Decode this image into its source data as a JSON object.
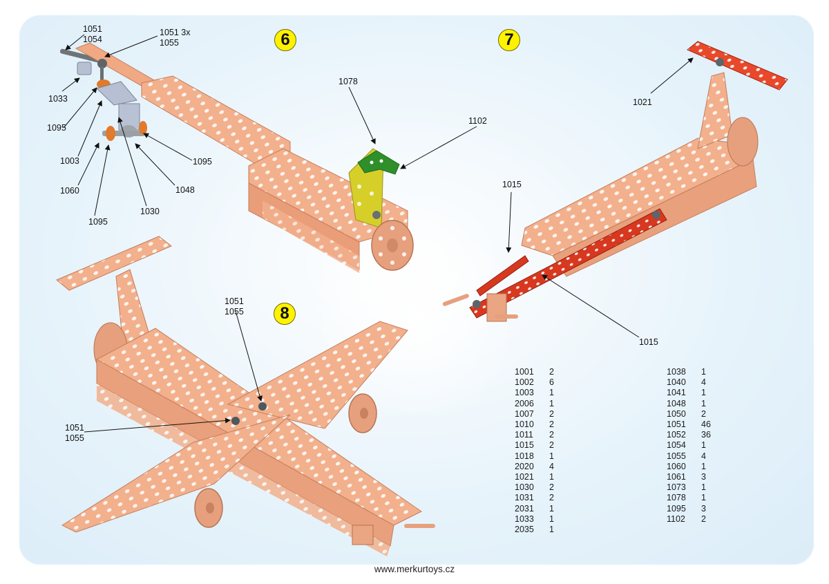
{
  "page": {
    "footer_url": "www.merkurtoys.cz",
    "colors": {
      "background": "#e6f3fb",
      "part_copper": "#f0a982",
      "part_red": "#d8381f",
      "part_green": "#2f8f2a",
      "part_yellow": "#d6cf2a",
      "badge": "#fff200"
    }
  },
  "steps": [
    {
      "number": "6",
      "callouts": [
        {
          "id": "c6-1",
          "text": "1051\n1054"
        },
        {
          "id": "c6-2",
          "text": "1051 3x\n1055"
        },
        {
          "id": "c6-3",
          "text": "1033"
        },
        {
          "id": "c6-4",
          "text": "1095"
        },
        {
          "id": "c6-5",
          "text": "1003"
        },
        {
          "id": "c6-6",
          "text": "1060"
        },
        {
          "id": "c6-7",
          "text": "1095"
        },
        {
          "id": "c6-8",
          "text": "1030"
        },
        {
          "id": "c6-9",
          "text": "1048"
        },
        {
          "id": "c6-10",
          "text": "1095"
        },
        {
          "id": "c6-11",
          "text": "1078"
        },
        {
          "id": "c6-12",
          "text": "1102"
        }
      ]
    },
    {
      "number": "7",
      "callouts": [
        {
          "id": "c7-1",
          "text": "1021"
        },
        {
          "id": "c7-2",
          "text": "1015"
        },
        {
          "id": "c7-3",
          "text": "1015"
        }
      ]
    },
    {
      "number": "8",
      "callouts": [
        {
          "id": "c8-1",
          "text": "1051\n1055"
        },
        {
          "id": "c8-2",
          "text": "1051\n1055"
        }
      ]
    }
  ],
  "parts_list": {
    "left": [
      {
        "code": "1001",
        "qty": "2"
      },
      {
        "code": "1002",
        "qty": "6"
      },
      {
        "code": "1003",
        "qty": "1"
      },
      {
        "code": "2006",
        "qty": "1"
      },
      {
        "code": "1007",
        "qty": "2"
      },
      {
        "code": "1010",
        "qty": "2"
      },
      {
        "code": "1011",
        "qty": "2"
      },
      {
        "code": "1015",
        "qty": "2"
      },
      {
        "code": "1018",
        "qty": "1"
      },
      {
        "code": "2020",
        "qty": "4"
      },
      {
        "code": "1021",
        "qty": "1"
      },
      {
        "code": "1030",
        "qty": "2"
      },
      {
        "code": "1031",
        "qty": "2"
      },
      {
        "code": "2031",
        "qty": "1"
      },
      {
        "code": "1033",
        "qty": "1"
      },
      {
        "code": "2035",
        "qty": "1"
      }
    ],
    "right": [
      {
        "code": "1038",
        "qty": "1"
      },
      {
        "code": "1040",
        "qty": "4"
      },
      {
        "code": "1041",
        "qty": "1"
      },
      {
        "code": "1048",
        "qty": "1"
      },
      {
        "code": "1050",
        "qty": "2"
      },
      {
        "code": "1051",
        "qty": "46"
      },
      {
        "code": "1052",
        "qty": "36"
      },
      {
        "code": "1054",
        "qty": "1"
      },
      {
        "code": "1055",
        "qty": "4"
      },
      {
        "code": "1060",
        "qty": "1"
      },
      {
        "code": "1061",
        "qty": "3"
      },
      {
        "code": "1073",
        "qty": "1"
      },
      {
        "code": "1078",
        "qty": "1"
      },
      {
        "code": "1095",
        "qty": "3"
      },
      {
        "code": "1102",
        "qty": "2"
      }
    ]
  }
}
